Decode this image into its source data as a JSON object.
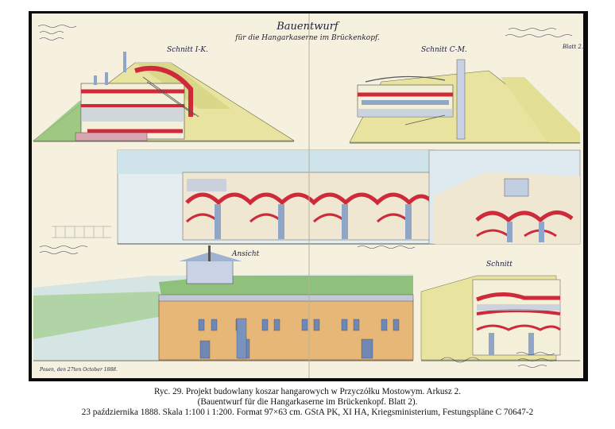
{
  "sheet": {
    "title": "Bauentwurf",
    "subtitle": "für die Hangarkaserne im Brückenkopf.",
    "sheet_no": "Blatt 2.",
    "section_1": "Schnitt I-K.",
    "section_2": "Schnitt C-M.",
    "section_3": "Schnitt",
    "elevation": "Ansicht",
    "place_date": "Posen, den 27ten October 1888."
  },
  "caption": {
    "line1": "Ryc. 29. Projekt budowlany koszar hangarowych w Przyczółku Mostowym. Arkusz 2.",
    "line2": "(Bauentwurf für die Hangarkaserne im Brückenkopf. Blatt 2).",
    "line3": "23 października 1888. Skala 1:100 i 1:200. Format 97×63 cm. GStA PK, XI HA, Kriegsministerium, Festungspläne C 70647-2"
  },
  "colors": {
    "paper": "#f6f1df",
    "earth": "#e8e4a0",
    "grass": "#8cc07a",
    "water": "#b9dbe8",
    "brick": "#cf2a3a",
    "masonry": "#8fa6c8",
    "facade": "#e6b777",
    "ink": "#1c1c3a"
  }
}
